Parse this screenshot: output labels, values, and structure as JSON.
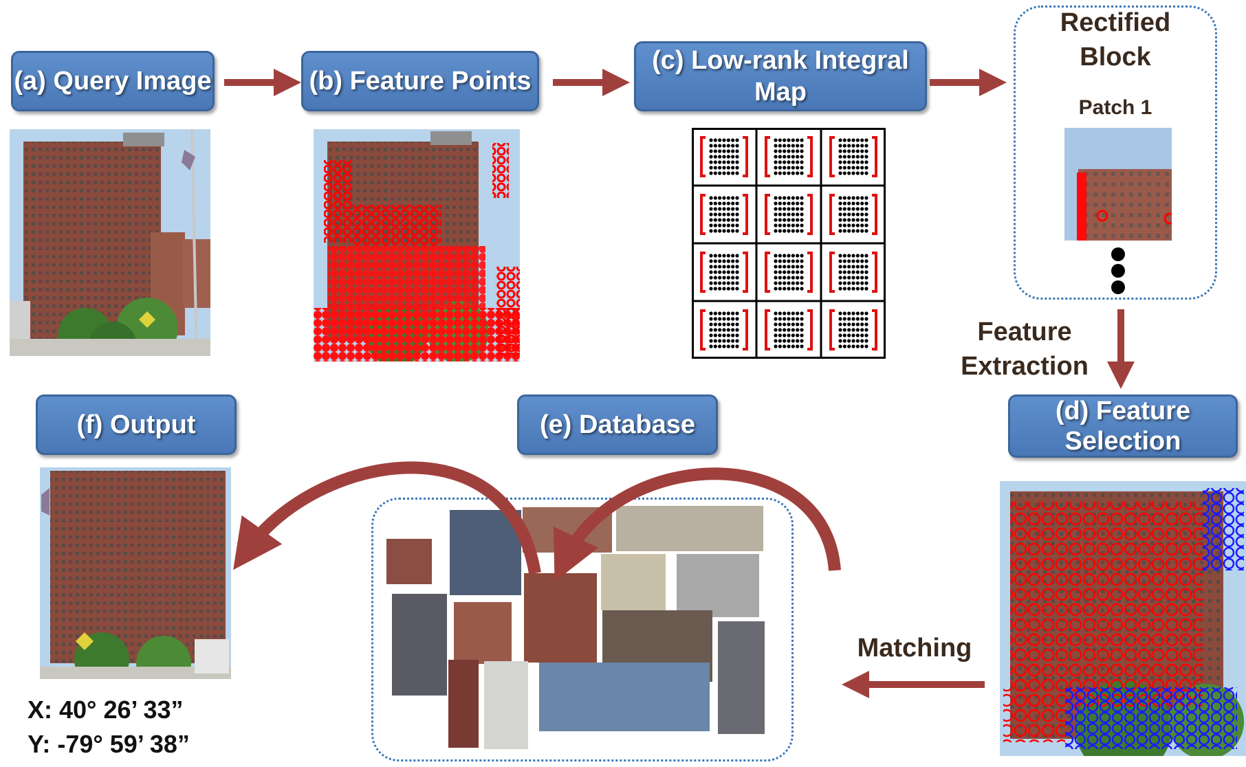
{
  "stages": {
    "query_image": "(a) Query Image",
    "feature_points": "(b) Feature Points",
    "lowrank_map_line1": "(c) Low-rank Integral",
    "lowrank_map_line2": "Map",
    "feature_selection_line1": "(d) Feature",
    "feature_selection_line2": "Selection",
    "database": "(e) Database",
    "output": "(f) Output"
  },
  "rectified_block": {
    "title_line1": "Rectified",
    "title_line2": "Block",
    "patch_label": "Patch 1"
  },
  "edge_labels": {
    "feature_extraction_line1": "Feature",
    "feature_extraction_line2": "Extraction",
    "matching": "Matching"
  },
  "coordinates": {
    "x": "X: 40° 26’ 33”",
    "y": "Y: -79° 59’ 38”"
  },
  "colors": {
    "stage_fill": "#4f81bd",
    "arrow": "#a0403d",
    "feature_marker": "#ff0000",
    "background_marker": "#1a1aff",
    "dashed_border": "#3b78b8"
  }
}
